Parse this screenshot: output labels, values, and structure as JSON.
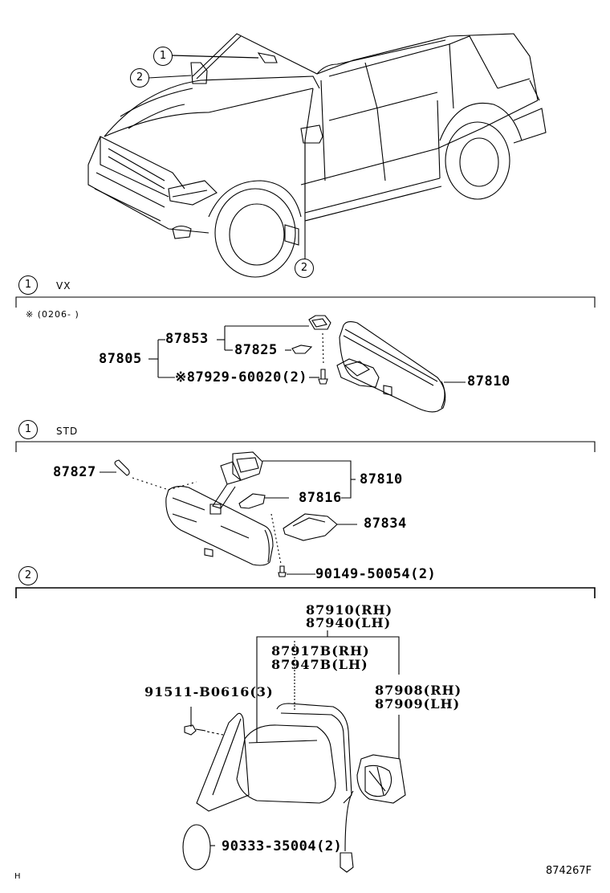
{
  "diagram": {
    "drawing_code": "874267F",
    "corner_mark": "H",
    "callouts": {
      "top_1": "1",
      "top_2a": "2",
      "top_2b": "2"
    },
    "sections": [
      {
        "marker": "1",
        "label": "VX",
        "note": "※ (0206-      )",
        "parts": {
          "assembly": "87805",
          "sub_assembly": "87853",
          "cover": "87825",
          "screw": "※87929-60020(2)",
          "mirror": "87810"
        }
      },
      {
        "marker": "1",
        "label": "STD",
        "parts": {
          "pad": "87827",
          "mirror": "87810",
          "bracket": "87816",
          "cover": "87834",
          "screw": "90149-50054(2)"
        }
      },
      {
        "marker": "2",
        "label": "",
        "parts": {
          "outer_mirror_rh": "87910(RH)",
          "outer_mirror_lh": "87940(LH)",
          "glass_rh": "87917B(RH)",
          "glass_lh": "87947B(LH)",
          "motor_rh": "87908(RH)",
          "motor_lh": "87909(LH)",
          "screw": "91511-B0616(3)",
          "plug": "90333-35004(2)"
        }
      }
    ]
  }
}
